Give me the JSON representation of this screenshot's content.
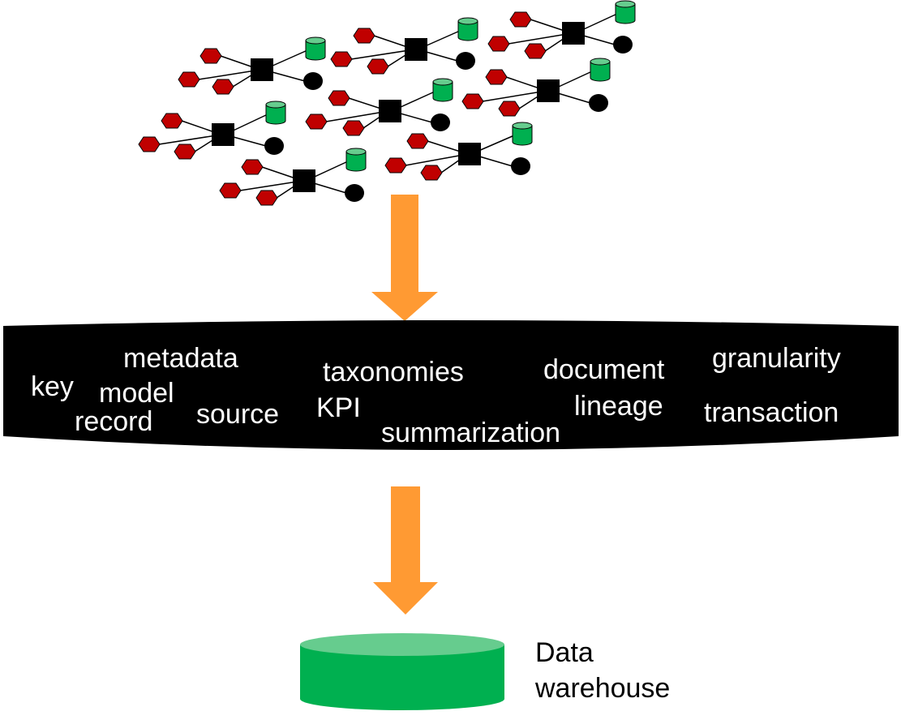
{
  "colors": {
    "source": "#c00000",
    "node": "#000000",
    "store": "#00b050",
    "store_top": "#66cc8e",
    "arrow": "#ff9a33",
    "band": "#000000",
    "band_text": "#ffffff",
    "warehouse": "#00b050",
    "warehouse_top": "#66cc8e"
  },
  "icons": {
    "source": "hexagon-icon",
    "process": "square-icon",
    "store": "cylinder-icon",
    "entity": "circle-icon"
  },
  "terms": {
    "key": "key",
    "metadata": "metadata",
    "model": "model",
    "record": "record",
    "source": "source",
    "taxonomies": "taxonomies",
    "kpi": "KPI",
    "summarization": "summarization",
    "document": "document",
    "lineage": "lineage",
    "granularity": "granularity",
    "transaction": "transaction"
  },
  "warehouse": {
    "line1": "Data",
    "line2": "warehouse"
  }
}
